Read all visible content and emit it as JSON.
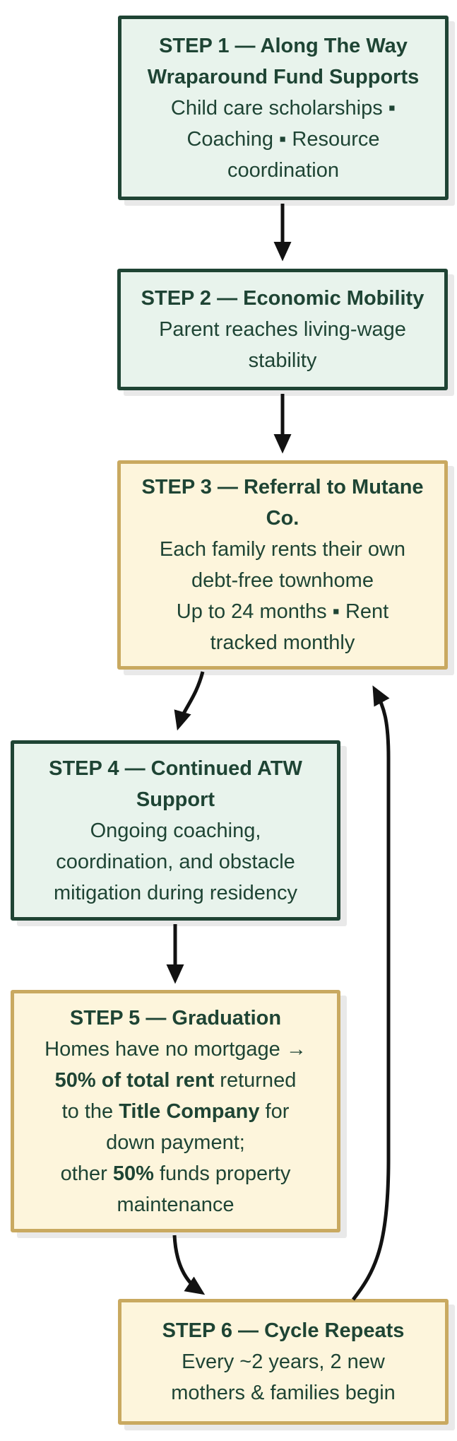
{
  "palette": {
    "mint_fill": "#e8f3ec",
    "mint_border": "#1f4434",
    "cream_fill": "#fdf5dc",
    "cream_border": "#c9a960",
    "text": "#1e4434",
    "arrow": "#121212",
    "shadow": "#e9e9e9",
    "background": "#ffffff"
  },
  "steps": [
    {
      "name": "step-1",
      "variant": "mint",
      "title": "STEP 1 — Along The Way\nWraparound Fund Supports",
      "body": [
        [
          {
            "text": "Child care scholarships ▪"
          }
        ],
        [
          {
            "text": "Coaching ▪ Resource"
          }
        ],
        [
          {
            "text": "coordination"
          }
        ]
      ]
    },
    {
      "name": "step-2",
      "variant": "mint",
      "title": "STEP 2 — Economic Mobility",
      "body": [
        [
          {
            "text": "Parent reaches living-wage"
          }
        ],
        [
          {
            "text": "stability"
          }
        ]
      ]
    },
    {
      "name": "step-3",
      "variant": "cream",
      "title": "STEP 3 — Referral to Mutane\nCo.",
      "body": [
        [
          {
            "text": "Each family rents their own"
          }
        ],
        [
          {
            "text": "debt-free townhome"
          }
        ],
        [
          {
            "text": "Up to 24 months ▪ Rent"
          }
        ],
        [
          {
            "text": "tracked monthly"
          }
        ]
      ]
    },
    {
      "name": "step-4",
      "variant": "mint",
      "title": "STEP 4 — Continued ATW\nSupport",
      "body": [
        [
          {
            "text": "Ongoing coaching,"
          }
        ],
        [
          {
            "text": "coordination, and obstacle"
          }
        ],
        [
          {
            "text": "mitigation during residency"
          }
        ]
      ]
    },
    {
      "name": "step-5",
      "variant": "cream",
      "title": "STEP 5 — Graduation",
      "body": [
        [
          {
            "text": "Homes have no mortgage →"
          }
        ],
        [
          {
            "text": "50% of total rent",
            "bold": true
          },
          {
            "text": " returned"
          }
        ],
        [
          {
            "text": "to the "
          },
          {
            "text": "Title Company",
            "bold": true
          },
          {
            "text": " for"
          }
        ],
        [
          {
            "text": "down payment;"
          }
        ],
        [
          {
            "text": "other "
          },
          {
            "text": "50%",
            "bold": true
          },
          {
            "text": " funds property"
          }
        ],
        [
          {
            "text": "maintenance"
          }
        ]
      ]
    },
    {
      "name": "step-6",
      "variant": "cream",
      "title": "STEP 6 — Cycle Repeats",
      "body": [
        [
          {
            "text": "Every ~2 years, 2 new"
          }
        ],
        [
          {
            "text": "mothers & families begin"
          }
        ]
      ]
    }
  ],
  "arrows": [
    {
      "name": "arrow-step1-to-step2",
      "from": "step-1",
      "to": "step-2"
    },
    {
      "name": "arrow-step2-to-step3",
      "from": "step-2",
      "to": "step-3"
    },
    {
      "name": "arrow-step3-to-step4",
      "from": "step-3",
      "to": "step-4"
    },
    {
      "name": "arrow-step4-to-step5",
      "from": "step-4",
      "to": "step-5"
    },
    {
      "name": "arrow-step5-to-step6",
      "from": "step-5",
      "to": "step-6"
    },
    {
      "name": "arrow-step6-to-step3-feedback",
      "from": "step-6",
      "to": "step-3"
    }
  ]
}
